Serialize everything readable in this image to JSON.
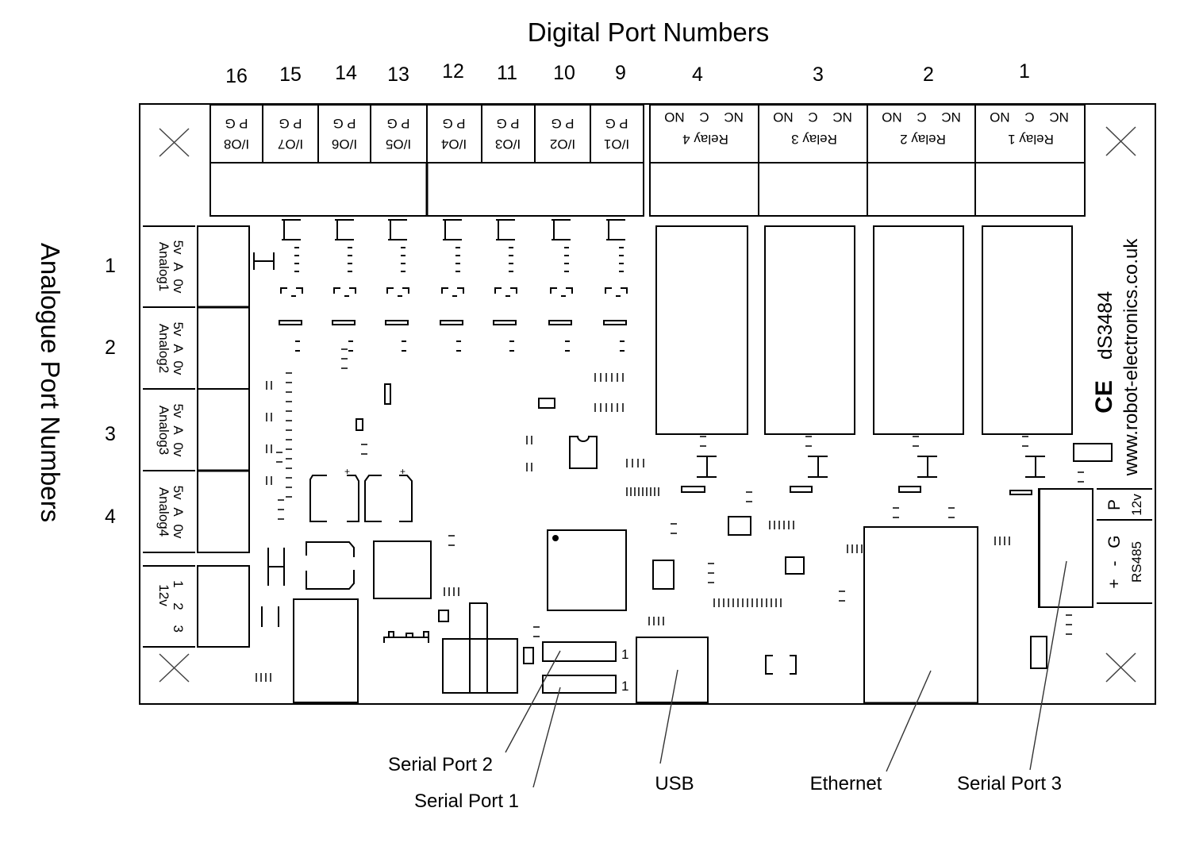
{
  "diagram": {
    "digital_title": "Digital Port Numbers",
    "analogue_title": "Analogue Port Numbers",
    "digital_port_numbers": [
      "16",
      "15",
      "14",
      "13",
      "12",
      "11",
      "10",
      "9",
      "4",
      "3",
      "2",
      "1"
    ],
    "analogue_port_numbers": [
      "1",
      "2",
      "3",
      "4"
    ],
    "io_terminals": [
      {
        "name": "I/O8",
        "pins": "P G"
      },
      {
        "name": "I/O7",
        "pins": "P G"
      },
      {
        "name": "I/O6",
        "pins": "P G"
      },
      {
        "name": "I/O5",
        "pins": "P G"
      },
      {
        "name": "I/O4",
        "pins": "P G"
      },
      {
        "name": "I/O3",
        "pins": "P G"
      },
      {
        "name": "I/O2",
        "pins": "P G"
      },
      {
        "name": "I/O1",
        "pins": "P G"
      }
    ],
    "relay_terminals": [
      {
        "name": "Relay 4",
        "pins": "NC C NO"
      },
      {
        "name": "Relay 3",
        "pins": "NC C NO"
      },
      {
        "name": "Relay 2",
        "pins": "NC C NO"
      },
      {
        "name": "Relay 1",
        "pins": "NC C NO"
      }
    ],
    "analog_terminals": [
      {
        "name": "Analog1",
        "pins": "5v A 0v"
      },
      {
        "name": "Analog2",
        "pins": "5v A 0v"
      },
      {
        "name": "Analog3",
        "pins": "5v A 0v"
      },
      {
        "name": "Analog4",
        "pins": "5v A 0v"
      }
    ],
    "power_terminal": {
      "name": "12v",
      "pins": "1 2 3"
    },
    "rs485_terminal": {
      "name": "RS485",
      "pins": "+ - G"
    },
    "power12_terminal": {
      "name": "12v",
      "pins": "P"
    },
    "ce_mark": "CE",
    "model": "dS3484",
    "website": "www.robot-electronics.co.uk",
    "header_pin1_labels": [
      "1",
      "1"
    ],
    "callouts": {
      "serial_port_2": "Serial Port 2",
      "serial_port_1": "Serial Port 1",
      "usb": "USB",
      "ethernet": "Ethernet",
      "serial_port_3": "Serial Port 3"
    }
  }
}
